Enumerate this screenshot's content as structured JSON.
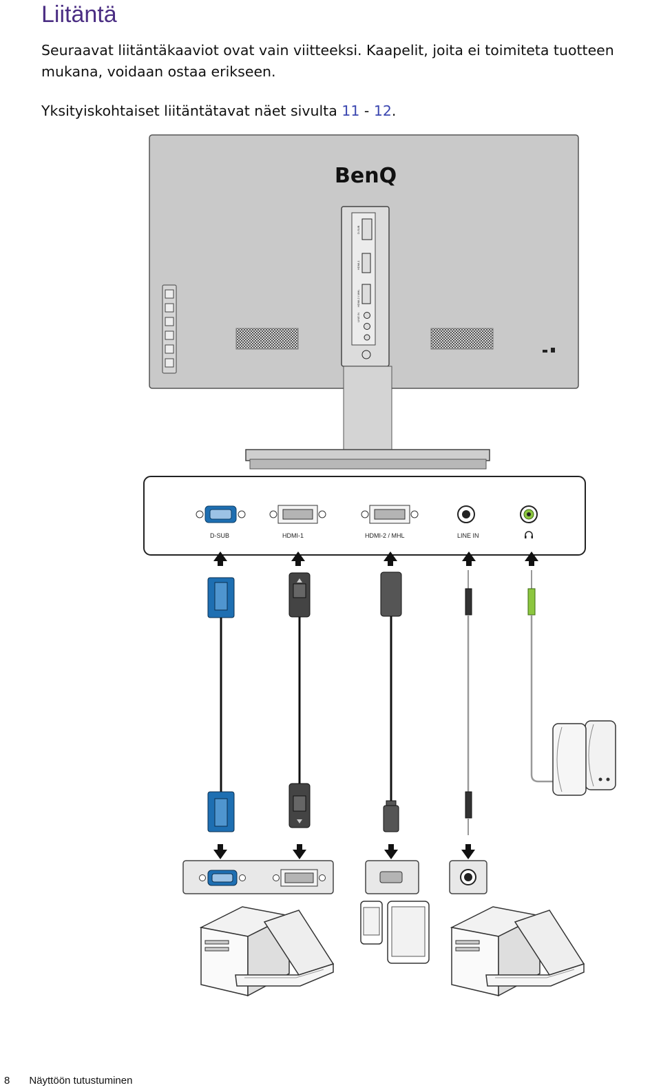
{
  "page": {
    "title": "Liitäntä",
    "intro_text": "Seuraavat liitäntäkaaviot ovat vain viitteeksi. Kaapelit, joita ei toimiteta tuotteen mukana, voidaan ostaa erikseen.",
    "detail_prefix": "Yksityiskohtaiset liitäntätavat näet sivulta ",
    "page_from": "11",
    "range_sep": " - ",
    "page_to": "12",
    "detail_suffix": "."
  },
  "monitor": {
    "brand": "BenQ",
    "rear_labels": [
      "D-SUB",
      "HDMI-1",
      "HDMI-2 / MHL",
      "LINE IN"
    ]
  },
  "ports": [
    {
      "id": "dsub",
      "label": "D-SUB"
    },
    {
      "id": "hdmi1",
      "label": "HDMI-1"
    },
    {
      "id": "hdmi2",
      "label": "HDMI-2 / MHL"
    },
    {
      "id": "linein",
      "label": "LINE IN"
    },
    {
      "id": "headphone",
      "label": "headphone-icon"
    }
  ],
  "colors": {
    "title": "#4b2e83",
    "link": "#3b47b0",
    "vga_blue": "#1e6fb2",
    "audio_green": "#8cc63f",
    "monitor_gray": "#c8c8c8"
  },
  "footer": {
    "page_number": "8",
    "section": "Näyttöön tutustuminen"
  }
}
